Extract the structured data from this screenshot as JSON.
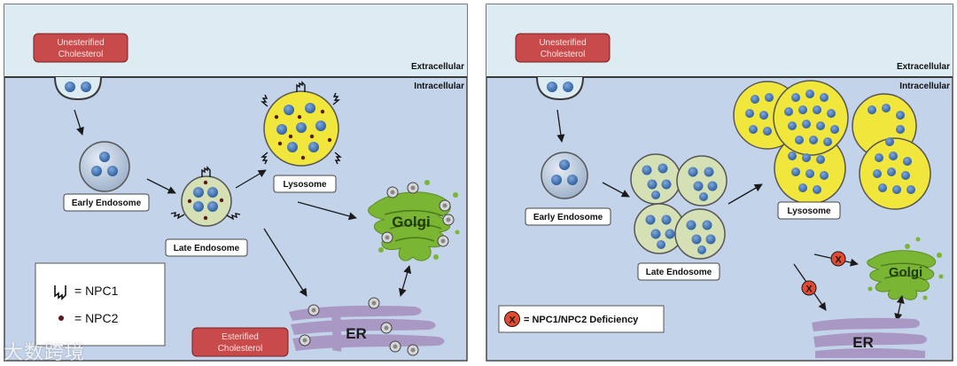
{
  "left_panel": {
    "extracellular": "Extracellular",
    "intracellular": "Intracellular",
    "unesterified_line1": "Unesterified",
    "unesterified_line2": "Cholesterol",
    "early_endosome": "Early Endosome",
    "late_endosome": "Late Endosome",
    "lysosome": "Lysosome",
    "golgi": "Golgi",
    "er": "ER",
    "esterified_line1": "Esterified",
    "esterified_line2": "Cholesterol",
    "legend_npc1": "= NPC1",
    "legend_npc2": "= NPC2"
  },
  "right_panel": {
    "extracellular": "Extracellular",
    "intracellular": "Intracellular",
    "unesterified_line1": "Unesterified",
    "unesterified_line2": "Cholesterol",
    "early_endosome": "Early Endosome",
    "late_endosome": "Late Endosome",
    "lysosome": "Lysosome",
    "golgi": "Golgi",
    "er": "ER",
    "deficiency_symbol": "X",
    "deficiency_label": "= NPC1/NPC2 Deficiency"
  },
  "colors": {
    "extracellular_bg": "#dcecf2",
    "intracellular_bg": "#c3d3ea",
    "red_box": "#c94a4a",
    "vesicle_green": "#d5e0b5",
    "lysosome_yellow": "#f1e63c",
    "cholesterol_blue": "#3a72bc",
    "golgi_green": "#7ab534",
    "er_purple": "#a898c3",
    "x_red": "#e34a30"
  },
  "watermark": "大数跨境"
}
